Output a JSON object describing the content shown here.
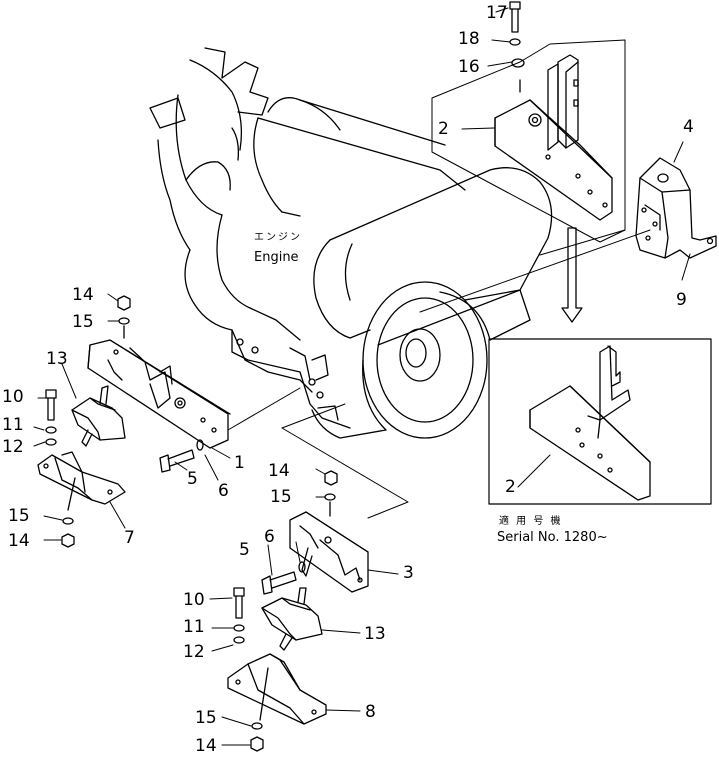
{
  "diagram": {
    "engine_label_jp": "エンジン",
    "engine_label_en": "Engine",
    "serial_label_jp": "適 用 号 機",
    "serial_label_en": "Serial No. 1280~",
    "callouts": {
      "c1": "1",
      "c2a": "2",
      "c2b": "2",
      "c3": "3",
      "c4": "4",
      "c5a": "5",
      "c5b": "5",
      "c6a": "6",
      "c6b": "6",
      "c7": "7",
      "c8": "8",
      "c9": "9",
      "c10a": "10",
      "c10b": "10",
      "c11a": "11",
      "c11b": "11",
      "c12a": "12",
      "c12b": "12",
      "c13a": "13",
      "c13b": "13",
      "c14a": "14",
      "c14b": "14",
      "c14c": "14",
      "c14d": "14",
      "c15a": "15",
      "c15b": "15",
      "c15c": "15",
      "c15d": "15",
      "c16": "16",
      "c17": "17",
      "c18": "18"
    }
  }
}
